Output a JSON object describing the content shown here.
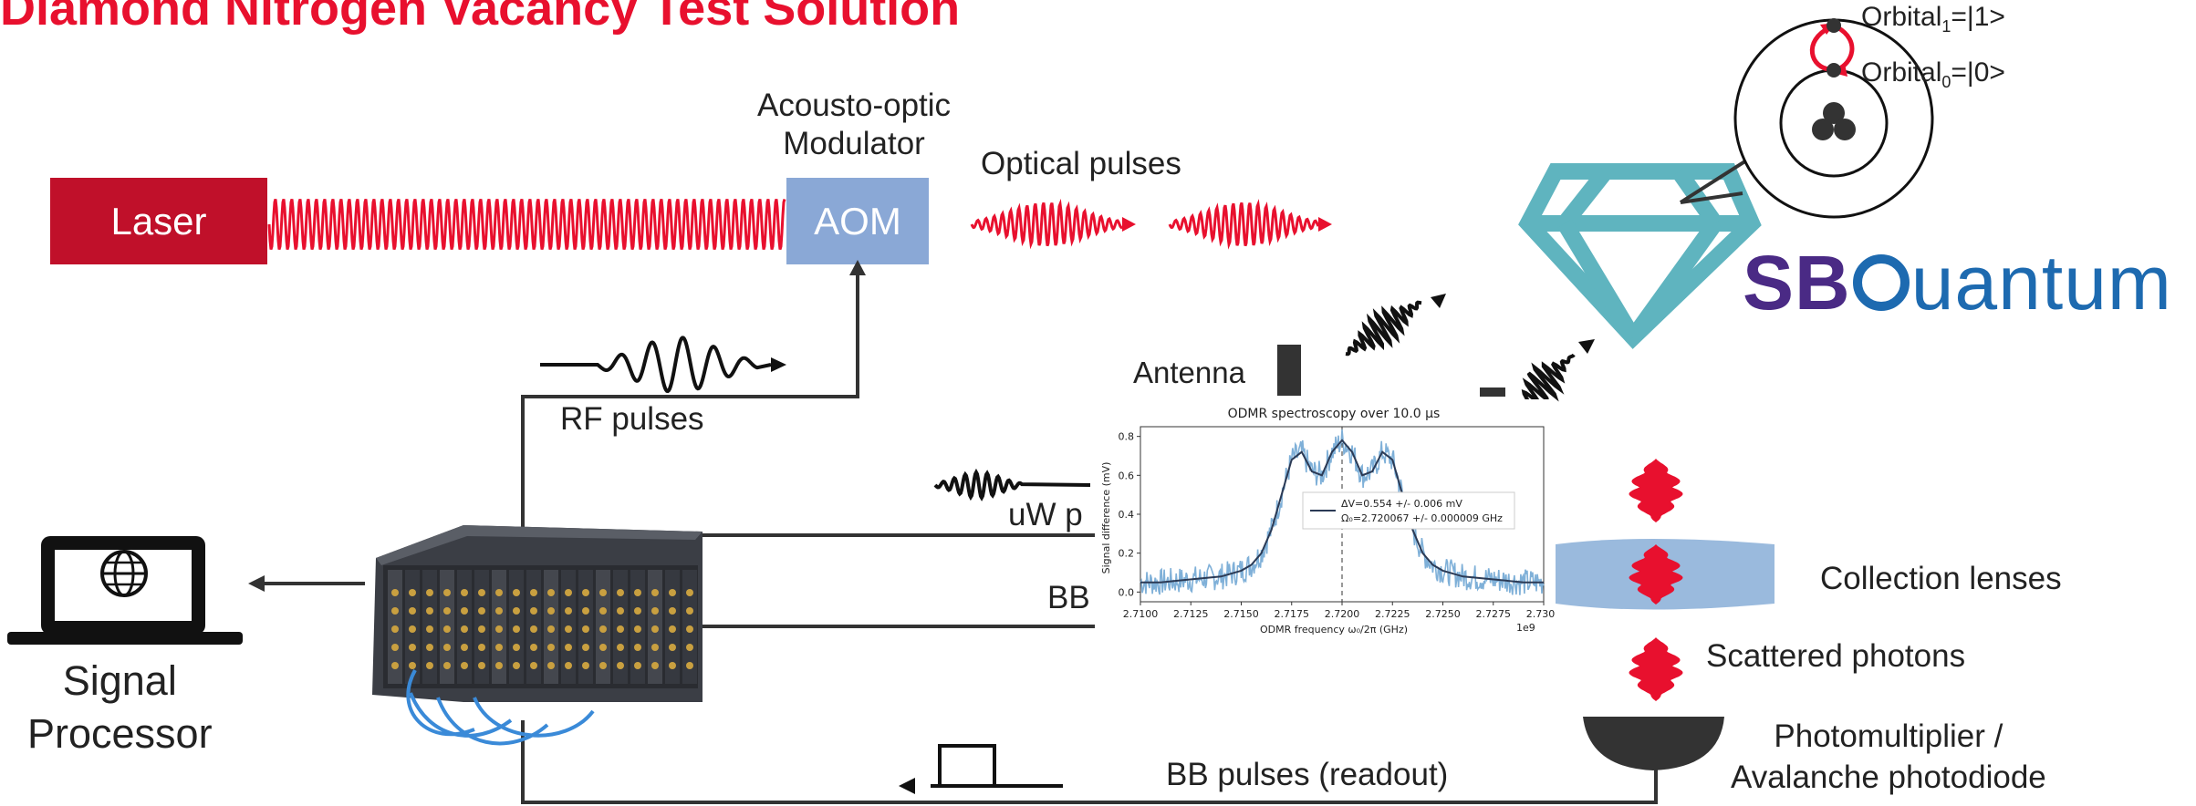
{
  "title": "Diamond Nitrogen Vacancy Test Solution",
  "laser": {
    "label": "Laser",
    "color": "#c0102a"
  },
  "aom": {
    "label": "AOM",
    "caption": "Acousto-optic\nModulator",
    "color": "#8aa8d6"
  },
  "labels": {
    "optical_pulses": "Optical pulses",
    "rf_pulses": "RF pulses",
    "antenna": "Antenna",
    "uw_pulses": "uW p",
    "bb_short": "BB",
    "bb_readout": "BB pulses (readout)",
    "signal_processor": "Signal\nProcessor",
    "collection_lenses": "Collection lenses",
    "scattered_photons": "Scattered photons",
    "photomultiplier": "Photomultiplier /\nAvalanche photodiode"
  },
  "orbitals": {
    "upper": "Orbital",
    "upper_sub": "1",
    "upper_val": "=|1>",
    "lower": "Orbital",
    "lower_sub": "0",
    "lower_val": "=|0>"
  },
  "brand": {
    "sb": "SB",
    "rest": "uantum"
  },
  "colors": {
    "accent": "#e8102e",
    "diamond": "#5fb4bf",
    "lens": "#8fb3d9",
    "dark": "#333333"
  },
  "icons": [
    "laptop-globe-icon",
    "diamond-icon",
    "atom-orbit-icon",
    "awg-instrument-icon",
    "photodetector-icon"
  ],
  "chart_data": {
    "type": "line",
    "title": "ODMR spectroscopy over 10.0 μs",
    "xlabel": "ODMR frequency ω₀/2π (GHz)",
    "ylabel": "Signal difference (mV)",
    "x_offset_label": "1e9",
    "xlim": [
      2.71,
      2.73
    ],
    "ylim": [
      -0.05,
      0.85
    ],
    "xticks": [
      "2.7100",
      "2.7125",
      "2.7150",
      "2.7175",
      "2.7200",
      "2.7225",
      "2.7250",
      "2.7275",
      "2.7300"
    ],
    "yticks": [
      "0.0",
      "0.2",
      "0.4",
      "0.6",
      "0.8"
    ],
    "vline_x": 2.72,
    "legend": {
      "line1": "ΔV=0.554 +/- 0.006 mV",
      "line2": "Ω₀=2.720067 +/- 0.000009 GHz",
      "placement": "center-right"
    },
    "series": [
      {
        "kind": "fit",
        "x": [
          2.71,
          2.711,
          2.712,
          2.713,
          2.714,
          2.715,
          2.7155,
          2.716,
          2.7165,
          2.717,
          2.7175,
          2.718,
          2.7185,
          2.719,
          2.7195,
          2.72,
          2.7205,
          2.721,
          2.7215,
          2.722,
          2.7225,
          2.723,
          2.7235,
          2.724,
          2.7245,
          2.725,
          2.726,
          2.727,
          2.728,
          2.729,
          2.73
        ],
        "y": [
          0.05,
          0.05,
          0.06,
          0.07,
          0.08,
          0.11,
          0.14,
          0.2,
          0.32,
          0.5,
          0.68,
          0.72,
          0.62,
          0.6,
          0.72,
          0.78,
          0.72,
          0.6,
          0.62,
          0.72,
          0.68,
          0.5,
          0.32,
          0.2,
          0.14,
          0.11,
          0.08,
          0.07,
          0.06,
          0.05,
          0.05
        ]
      }
    ]
  }
}
